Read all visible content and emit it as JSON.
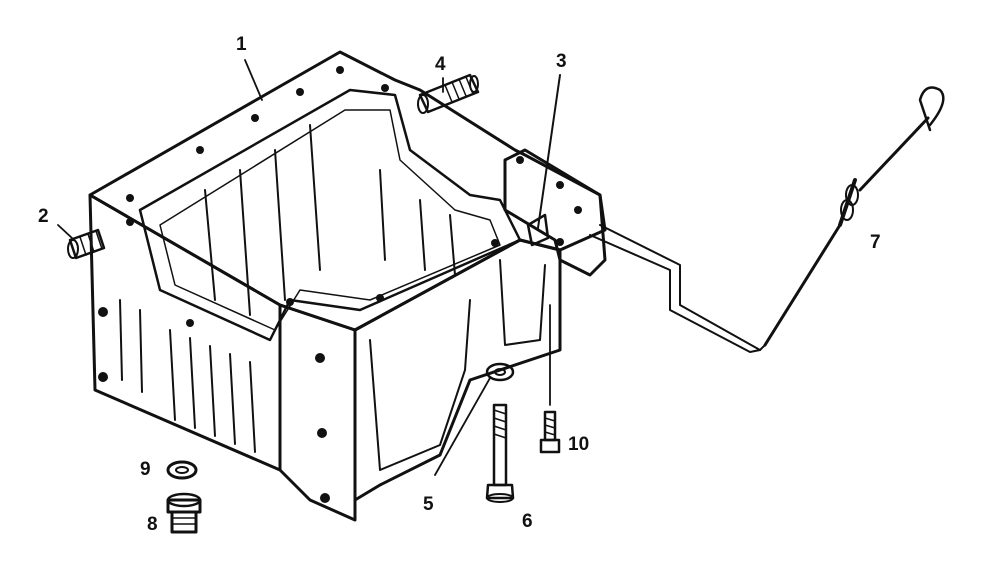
{
  "diagram": {
    "ink_color": "#111111",
    "background": "#ffffff",
    "part_labels": [
      "1",
      "2",
      "3",
      "4",
      "5",
      "6",
      "7",
      "8",
      "9",
      "10"
    ]
  }
}
